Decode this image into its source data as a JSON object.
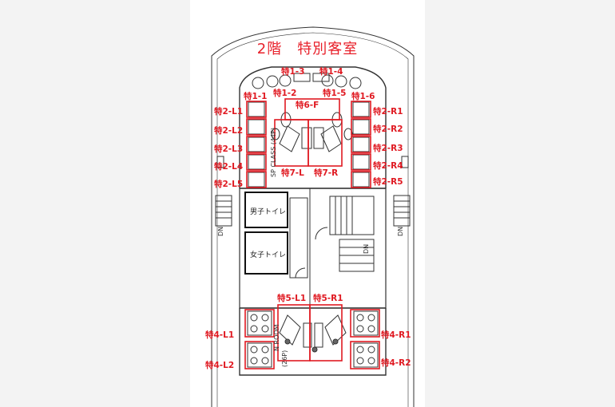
{
  "title": "2階　特別客室",
  "rooms": {
    "mens_toilet": "男子トイレ",
    "womens_toilet": "女子トイレ"
  },
  "plan_text": {
    "sp_class": "SP CLASS (44P)",
    "n_room": "N ROOM",
    "n_room_capacity": "(26P)",
    "dn": "DN"
  },
  "seats": {
    "s1_1": "特1-1",
    "s1_2": "特1-2",
    "s1_3": "特1-3",
    "s1_4": "特1-4",
    "s1_5": "特1-5",
    "s1_6": "特1-6",
    "s6_f": "特6-F",
    "s2_l1": "特2-L1",
    "s2_l2": "特2-L2",
    "s2_l3": "特2-L3",
    "s2_l4": "特2-L4",
    "s2_l5": "特2-L5",
    "s2_r1": "特2-R1",
    "s2_r2": "特2-R2",
    "s2_r3": "特2-R3",
    "s2_r4": "特2-R4",
    "s2_r5": "特2-R5",
    "s7_l": "特7-L",
    "s7_r": "特7-R",
    "s5_l1": "特5-L1",
    "s5_r1": "特5-R1",
    "s4_l1": "特4-L1",
    "s4_l2": "特4-L2",
    "s4_r1": "特4-R1",
    "s4_r2": "特4-R2"
  },
  "colors": {
    "highlight": "#e01a22",
    "line": "#333333"
  }
}
